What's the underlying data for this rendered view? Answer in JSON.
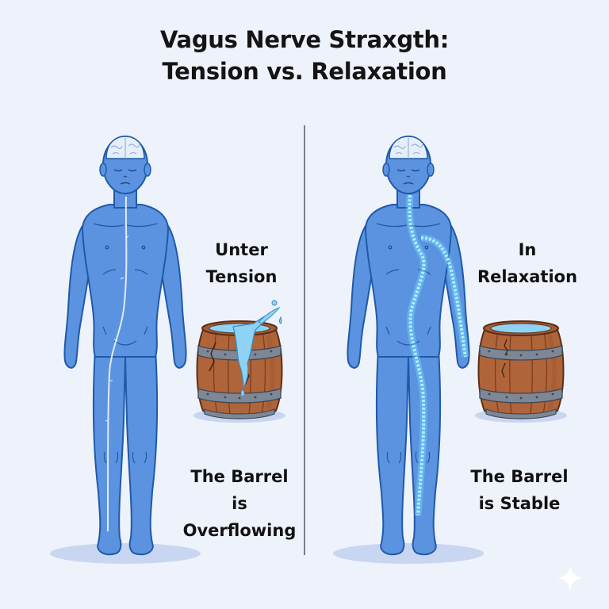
{
  "title": {
    "line1": "Vagus Nerve Straxgth:",
    "line2": "Tension vs. Relaxation"
  },
  "panels": [
    {
      "id": "tension",
      "heading": {
        "line1": "Unter",
        "line2": "Tension"
      },
      "caption": {
        "line1": "The Barrel",
        "line2": "is",
        "line3": "Overflowing"
      },
      "figure": "human-body-with-thin-white-vagus-nerve",
      "barrel": "cracked-wooden-barrel-overflowing-water"
    },
    {
      "id": "relaxation",
      "heading": {
        "line1": "In",
        "line2": "Relaxation"
      },
      "caption": {
        "line1": "The Barrel",
        "line2": "is Stable"
      },
      "figure": "human-body-with-glowing-vagus-nerve",
      "barrel": "wooden-barrel-calm-water"
    }
  ],
  "colors": {
    "background": "#EEF2FB",
    "body_fill": "#5B93E0",
    "body_outline": "#1F5AA8",
    "nerve_tension": "#E8EEF8",
    "nerve_relax": "#7FE6FF",
    "barrel_wood": "#B0643A",
    "barrel_band": "#7E8795",
    "water": "#8FD3F4"
  },
  "watermark": {
    "icon": "sparkle-icon"
  }
}
